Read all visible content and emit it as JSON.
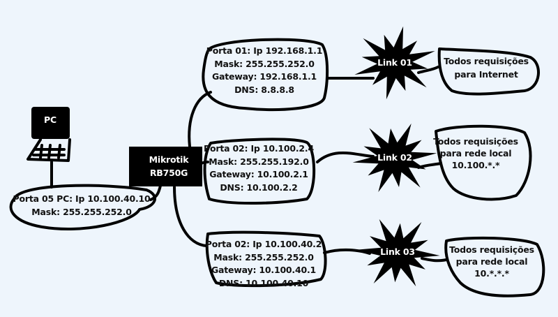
{
  "pc": {
    "label": "PC"
  },
  "router": {
    "lines": [
      "Mikrotik",
      "RB750G"
    ]
  },
  "pc_port": {
    "lines": [
      "Porta 05 PC: Ip 10.100.40.10",
      "Mask: 255.255.252.0"
    ]
  },
  "ports": [
    {
      "lines": [
        "Porta 01: Ip 192.168.1.1",
        "Mask: 255.255.252.0",
        "Gateway: 192.168.1.1",
        "DNS: 8.8.8.8"
      ]
    },
    {
      "lines": [
        "Porta 02: Ip 10.100.2.4",
        "Mask: 255.255.192.0",
        "Gateway: 10.100.2.1",
        "DNS: 10.100.2.2"
      ]
    },
    {
      "lines": [
        "Porta 02: Ip 10.100.40.2",
        "Mask: 255.255.252.0",
        "Gateway: 10.100.40.1",
        "DNS: 10.100.40.10"
      ]
    }
  ],
  "links": [
    {
      "label": "Link 01"
    },
    {
      "label": "Link 02"
    },
    {
      "label": "Link 03"
    }
  ],
  "destinations": [
    {
      "lines": [
        "Todos requisições",
        "para Internet"
      ]
    },
    {
      "lines": [
        "Todos requisições",
        "para rede local",
        "10.100.*.*"
      ]
    },
    {
      "lines": [
        "Todos requisições",
        "para rede local",
        "10.*.*.*"
      ]
    }
  ]
}
